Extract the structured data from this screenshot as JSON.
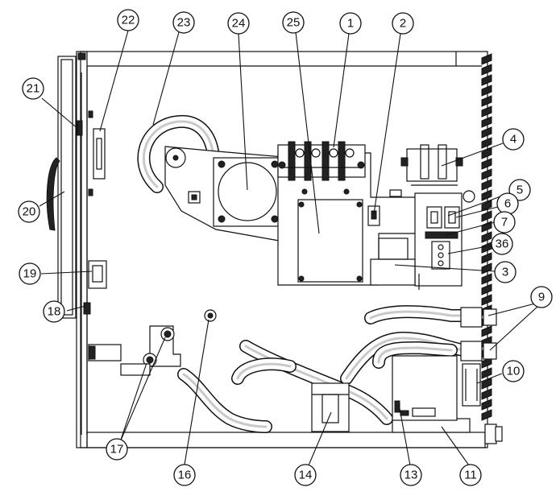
{
  "callouts": [
    {
      "id": "c22",
      "label": "22"
    },
    {
      "id": "c23",
      "label": "23"
    },
    {
      "id": "c24",
      "label": "24"
    },
    {
      "id": "c25",
      "label": "25"
    },
    {
      "id": "c1",
      "label": "1"
    },
    {
      "id": "c2",
      "label": "2"
    },
    {
      "id": "c21",
      "label": "21"
    },
    {
      "id": "c4",
      "label": "4"
    },
    {
      "id": "c5",
      "label": "5"
    },
    {
      "id": "c6",
      "label": "6"
    },
    {
      "id": "c7",
      "label": "7"
    },
    {
      "id": "c36",
      "label": "36"
    },
    {
      "id": "c3",
      "label": "3"
    },
    {
      "id": "c20",
      "label": "20"
    },
    {
      "id": "c19",
      "label": "19"
    },
    {
      "id": "c18",
      "label": "18"
    },
    {
      "id": "c9",
      "label": "9"
    },
    {
      "id": "c10",
      "label": "10"
    },
    {
      "id": "c17",
      "label": "17"
    },
    {
      "id": "c16",
      "label": "16"
    },
    {
      "id": "c14",
      "label": "14"
    },
    {
      "id": "c13",
      "label": "13"
    },
    {
      "id": "c11",
      "label": "11"
    }
  ]
}
